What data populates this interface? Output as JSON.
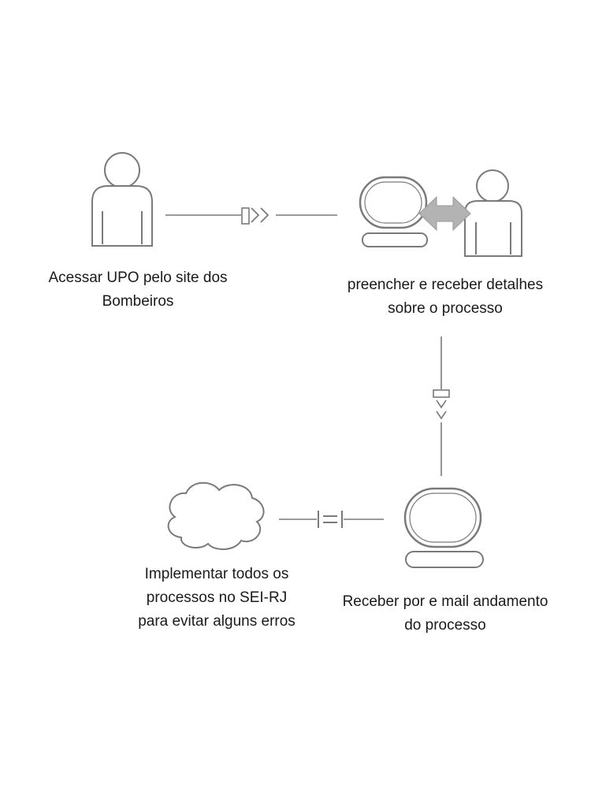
{
  "nodes": [
    {
      "id": "access-upo",
      "icon": "person-icon",
      "label": [
        "Acessar UPO pelo site dos",
        "Bombeiros"
      ]
    },
    {
      "id": "fill-details",
      "icon": "computer-user-exchange-icon",
      "label": [
        "preencher e receber detalhes",
        "sobre o processo"
      ]
    },
    {
      "id": "email-progress",
      "icon": "computer-icon",
      "label": [
        "Receber por e mail andamento",
        "do processo"
      ]
    },
    {
      "id": "implement-sei",
      "icon": "cloud-icon",
      "label": [
        "Implementar todos os",
        "processos no SEI-RJ",
        "para evitar alguns erros"
      ]
    }
  ],
  "connectors": [
    {
      "from": "access-upo",
      "to": "fill-details",
      "glyph": "[]>>"
    },
    {
      "from": "fill-details",
      "to": "email-progress",
      "glyph": "[]>>"
    },
    {
      "from": "email-progress",
      "to": "implement-sei",
      "glyph": "|=|"
    }
  ],
  "colors": {
    "stroke": "#7a7a7a",
    "arrow_fill": "#b3b3b3",
    "text": "#1a1a1a"
  }
}
